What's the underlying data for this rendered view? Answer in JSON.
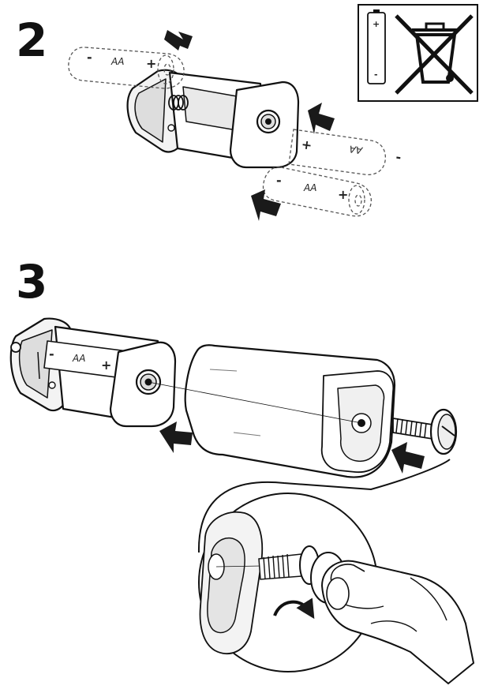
{
  "step2": {
    "number": "2",
    "battery_top": {
      "minus": "-",
      "label": "AA",
      "plus": "+"
    },
    "battery_mid": {
      "minus": "-",
      "label": "AA",
      "plus": "+"
    },
    "battery_low": {
      "minus": "-",
      "label": "AA",
      "plus": "+"
    },
    "warning_icon": {
      "battery_plus": "+",
      "battery_minus": "-"
    }
  },
  "step3": {
    "number": "3",
    "battery": {
      "minus": "-",
      "label": "AA",
      "plus": "+"
    }
  },
  "colors": {
    "ink": "#111111",
    "arrow": "#1a1a1a",
    "dash": "#555555"
  }
}
